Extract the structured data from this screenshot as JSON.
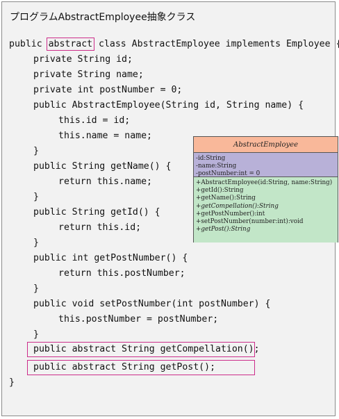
{
  "title": "プログラムAbstractEmployee抽象クラス",
  "code": {
    "line1_pre": "public ",
    "line1_kw": "abstract",
    "line1_post": " class AbstractEmployee implements Employee {",
    "lines": [
      "private String id;",
      "private String name;",
      "private int postNumber = 0;",
      "public AbstractEmployee(String id, String name) {",
      "this.id = id;",
      "this.name = name;",
      "}",
      "public String getName() {",
      "return this.name;",
      "}",
      "public String getId() {",
      "return this.id;",
      "}",
      "public int getPostNumber() {",
      "return this.postNumber;",
      "}",
      "public void setPostNumber(int postNumber) {",
      "this.postNumber = postNumber;",
      "}",
      "public abstract String getCompellation();",
      "public abstract String getPost();",
      "}"
    ]
  },
  "uml": {
    "class_name": "AbstractEmployee",
    "attributes": [
      "-id:String",
      "-name:String",
      "-postNumber:int = 0"
    ],
    "operations": [
      "+AbstractEmployee(id:String, name:String)",
      "+getId():String",
      "+getName():String",
      "+getCompellation():String",
      "+getPostNumber():int",
      "+setPostNumber(number:int):void",
      "+getPost():String"
    ]
  },
  "colors": {
    "highlight": "#cc2c8a",
    "uml_header": "#f9b89a",
    "uml_attributes": "#b8b1d8",
    "uml_operations": "#c2e6c8"
  }
}
